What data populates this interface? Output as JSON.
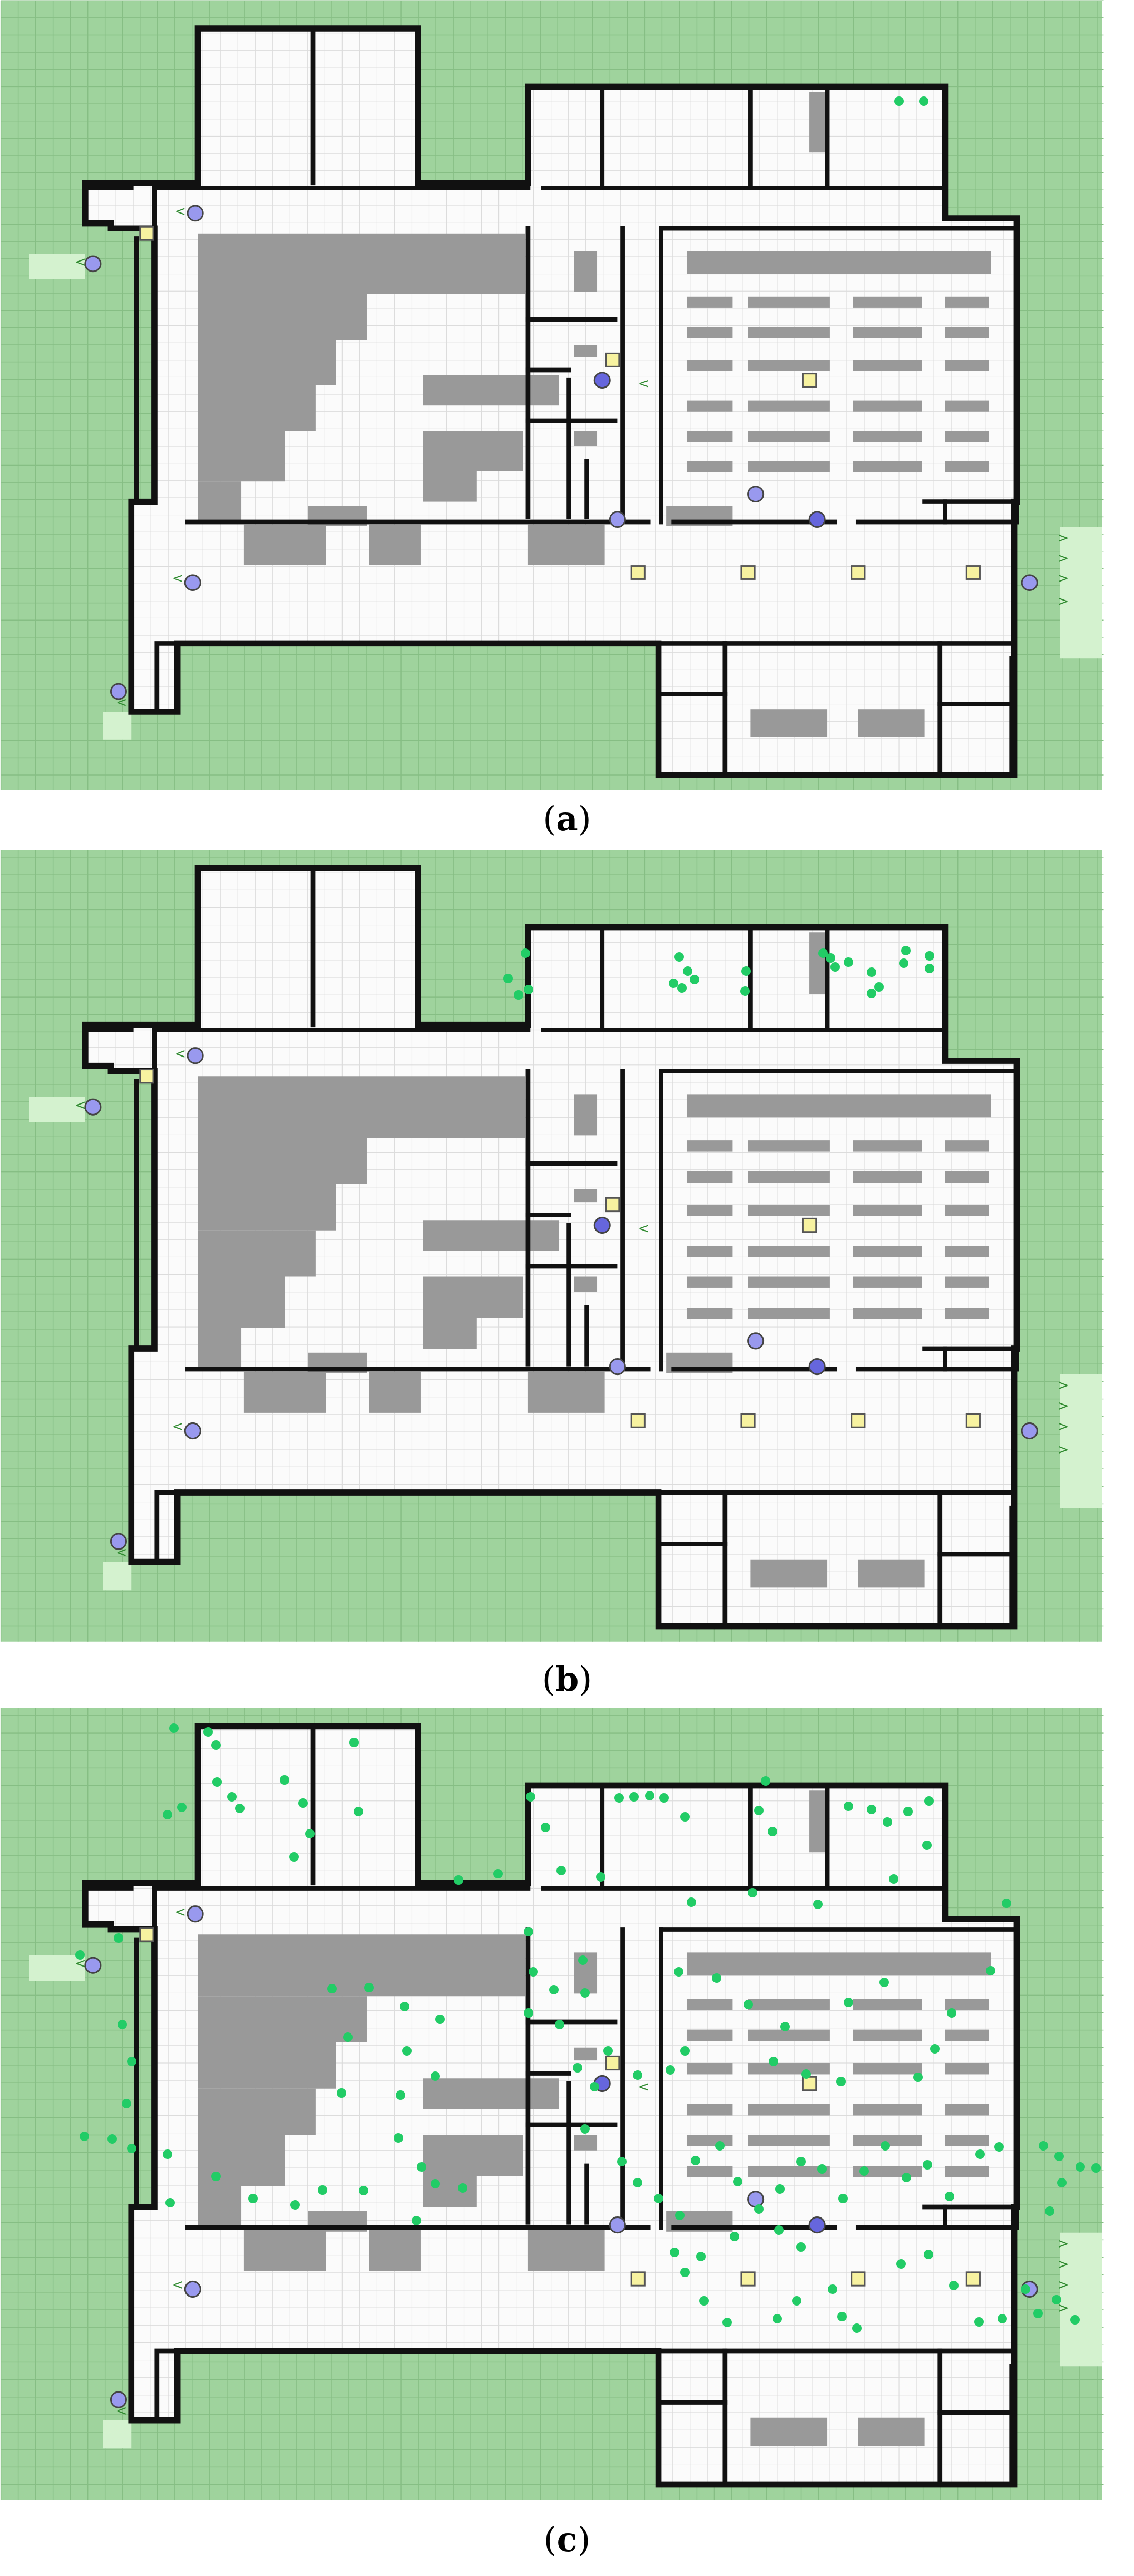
{
  "figure": {
    "panels": [
      {
        "id": "a",
        "caption_open": "(",
        "caption_letter": "a",
        "caption_close": ")",
        "agents": [
          [
            1706,
            162
          ],
          [
            1753,
            162
          ]
        ]
      },
      {
        "id": "b",
        "caption_open": "(",
        "caption_letter": "b",
        "caption_close": ")",
        "agents": [
          [
            997,
            186
          ],
          [
            964,
            234
          ],
          [
            984,
            265
          ],
          [
            1003,
            255
          ],
          [
            1289,
            193
          ],
          [
            1305,
            220
          ],
          [
            1318,
            236
          ],
          [
            1278,
            243
          ],
          [
            1294,
            252
          ],
          [
            1416,
            220
          ],
          [
            1414,
            258
          ],
          [
            1562,
            186
          ],
          [
            1576,
            195
          ],
          [
            1585,
            212
          ],
          [
            1610,
            203
          ],
          [
            1654,
            222
          ],
          [
            1654,
            262
          ],
          [
            1668,
            250
          ],
          [
            1719,
            181
          ],
          [
            1715,
            205
          ],
          [
            1764,
            191
          ],
          [
            1764,
            215
          ]
        ]
      },
      {
        "id": "c",
        "caption_open": "(",
        "caption_letter": "c",
        "caption_close": ")",
        "agents": [
          [
            330,
            28
          ],
          [
            395,
            35
          ],
          [
            410,
            60
          ],
          [
            672,
            55
          ],
          [
            318,
            192
          ],
          [
            345,
            178
          ],
          [
            412,
            130
          ],
          [
            440,
            158
          ],
          [
            455,
            180
          ],
          [
            540,
            126
          ],
          [
            575,
            170
          ],
          [
            680,
            186
          ],
          [
            588,
            228
          ],
          [
            558,
            272
          ],
          [
            1007,
            158
          ],
          [
            1035,
            216
          ],
          [
            1175,
            160
          ],
          [
            1203,
            158
          ],
          [
            1233,
            156
          ],
          [
            1260,
            160
          ],
          [
            1300,
            196
          ],
          [
            1453,
            128
          ],
          [
            1440,
            184
          ],
          [
            1466,
            224
          ],
          [
            1610,
            176
          ],
          [
            1654,
            182
          ],
          [
            1684,
            206
          ],
          [
            1723,
            186
          ],
          [
            1763,
            166
          ],
          [
            1759,
            250
          ],
          [
            870,
            316
          ],
          [
            945,
            304
          ],
          [
            1065,
            298
          ],
          [
            1140,
            310
          ],
          [
            1312,
            358
          ],
          [
            1428,
            340
          ],
          [
            1552,
            362
          ],
          [
            1696,
            314
          ],
          [
            1910,
            360
          ],
          [
            225,
            426
          ],
          [
            152,
            458
          ],
          [
            1003,
            414
          ],
          [
            1012,
            490
          ],
          [
            1051,
            524
          ],
          [
            1110,
            530
          ],
          [
            1106,
            468
          ],
          [
            1003,
            568
          ],
          [
            1062,
            590
          ],
          [
            1154,
            640
          ],
          [
            1096,
            672
          ],
          [
            1128,
            708
          ],
          [
            1210,
            686
          ],
          [
            1288,
            490
          ],
          [
            1300,
            640
          ],
          [
            1272,
            676
          ],
          [
            1360,
            502
          ],
          [
            1420,
            552
          ],
          [
            1490,
            594
          ],
          [
            1530,
            684
          ],
          [
            1610,
            548
          ],
          [
            1678,
            510
          ],
          [
            1774,
            636
          ],
          [
            1806,
            568
          ],
          [
            1880,
            488
          ],
          [
            1468,
            660
          ],
          [
            1596,
            698
          ],
          [
            1742,
            690
          ],
          [
            630,
            522
          ],
          [
            660,
            614
          ],
          [
            700,
            520
          ],
          [
            768,
            556
          ],
          [
            772,
            640
          ],
          [
            835,
            580
          ],
          [
            648,
            720
          ],
          [
            760,
            724
          ],
          [
            826,
            688
          ],
          [
            232,
            590
          ],
          [
            250,
            660
          ],
          [
            240,
            740
          ],
          [
            160,
            802
          ],
          [
            213,
            807
          ],
          [
            250,
            825
          ],
          [
            318,
            836
          ],
          [
            323,
            928
          ],
          [
            410,
            878
          ],
          [
            480,
            920
          ],
          [
            560,
            932
          ],
          [
            612,
            904
          ],
          [
            690,
            905
          ],
          [
            756,
            805
          ],
          [
            800,
            860
          ],
          [
            826,
            892
          ],
          [
            878,
            900
          ],
          [
            790,
            962
          ],
          [
            1110,
            788
          ],
          [
            1180,
            850
          ],
          [
            1210,
            890
          ],
          [
            1250,
            920
          ],
          [
            1320,
            848
          ],
          [
            1366,
            820
          ],
          [
            1400,
            888
          ],
          [
            1440,
            940
          ],
          [
            1480,
            902
          ],
          [
            1520,
            850
          ],
          [
            1560,
            864
          ],
          [
            1600,
            920
          ],
          [
            1640,
            868
          ],
          [
            1680,
            820
          ],
          [
            1720,
            880
          ],
          [
            1760,
            856
          ],
          [
            1802,
            916
          ],
          [
            1860,
            836
          ],
          [
            1896,
            822
          ],
          [
            1980,
            820
          ],
          [
            2010,
            840
          ],
          [
            2050,
            860
          ],
          [
            2080,
            862
          ],
          [
            2015,
            890
          ],
          [
            1992,
            944
          ],
          [
            1290,
            952
          ],
          [
            1280,
            1022
          ],
          [
            1330,
            1030
          ],
          [
            1300,
            1060
          ],
          [
            1336,
            1114
          ],
          [
            1380,
            1155
          ],
          [
            1394,
            992
          ],
          [
            1478,
            980
          ],
          [
            1520,
            1012
          ],
          [
            1580,
            1092
          ],
          [
            1598,
            1144
          ],
          [
            1626,
            1166
          ],
          [
            1710,
            1044
          ],
          [
            1762,
            1026
          ],
          [
            1810,
            1085
          ],
          [
            1858,
            1154
          ],
          [
            1902,
            1148
          ],
          [
            1946,
            1092
          ],
          [
            1970,
            1138
          ],
          [
            2005,
            1112
          ],
          [
            2040,
            1150
          ],
          [
            1512,
            1114
          ],
          [
            1475,
            1148
          ]
        ]
      }
    ]
  }
}
